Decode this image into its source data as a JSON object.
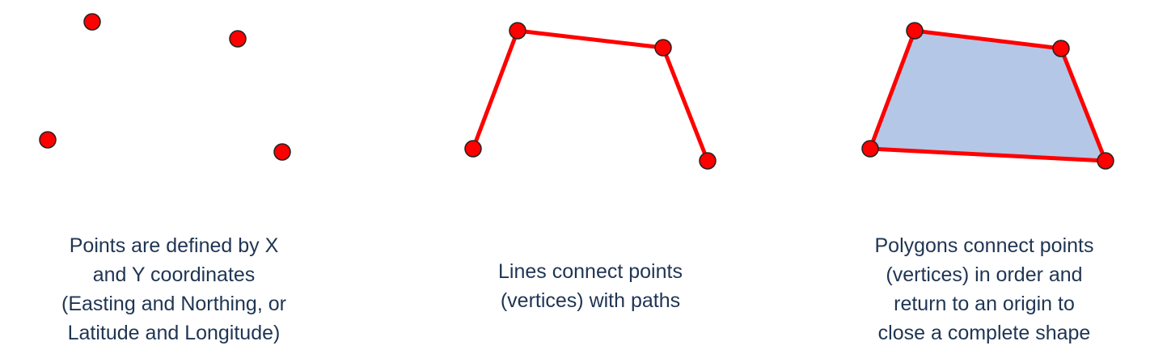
{
  "colors": {
    "vertex_fill": "#ff0000",
    "vertex_outline": "#222222",
    "edge": "#ff0000",
    "polygon_fill": "#b4c7e7",
    "caption_text": "#1f3553"
  },
  "panels": {
    "points": {
      "caption_lines": [
        "Points are defined by X",
        "and Y coordinates",
        "(Easting and Northing, or",
        "Latitude and Longitude)"
      ]
    },
    "lines": {
      "caption_lines": [
        "Lines connect points",
        "(vertices) with paths"
      ]
    },
    "polygons": {
      "caption_lines": [
        "Polygons connect points",
        "(vertices) in order and",
        "return to an origin to",
        "close a complete shape"
      ]
    }
  }
}
